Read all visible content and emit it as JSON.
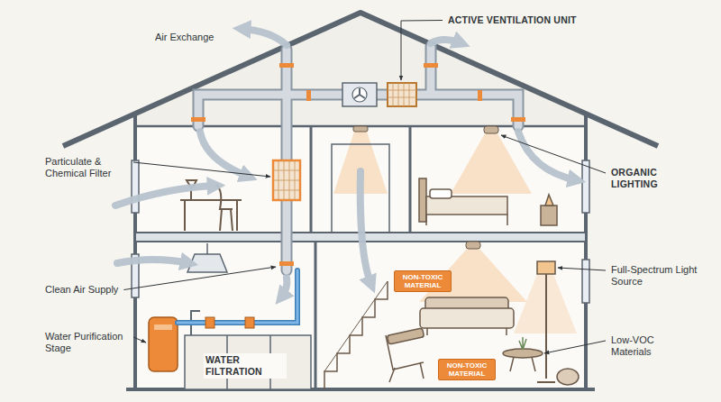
{
  "diagram": {
    "nodes": [
      {
        "text": [
          "NON-TOXIC MATERIAL"
        ]
      },
      {
        "text": [
          "NON-TOXIC MATERIAL"
        ]
      }
    ],
    "labels": [
      "Air Exchange",
      "ACTIVE VENTILATION UNIT",
      "Particulate & Chemical Filter",
      "ORGANIC LIGHTING",
      "Clean Air Supply",
      "Full-Spectrum Light Source",
      "Water Purification Stage",
      "WATER FILTRATION",
      "Low-VOC Materials"
    ]
  }
}
